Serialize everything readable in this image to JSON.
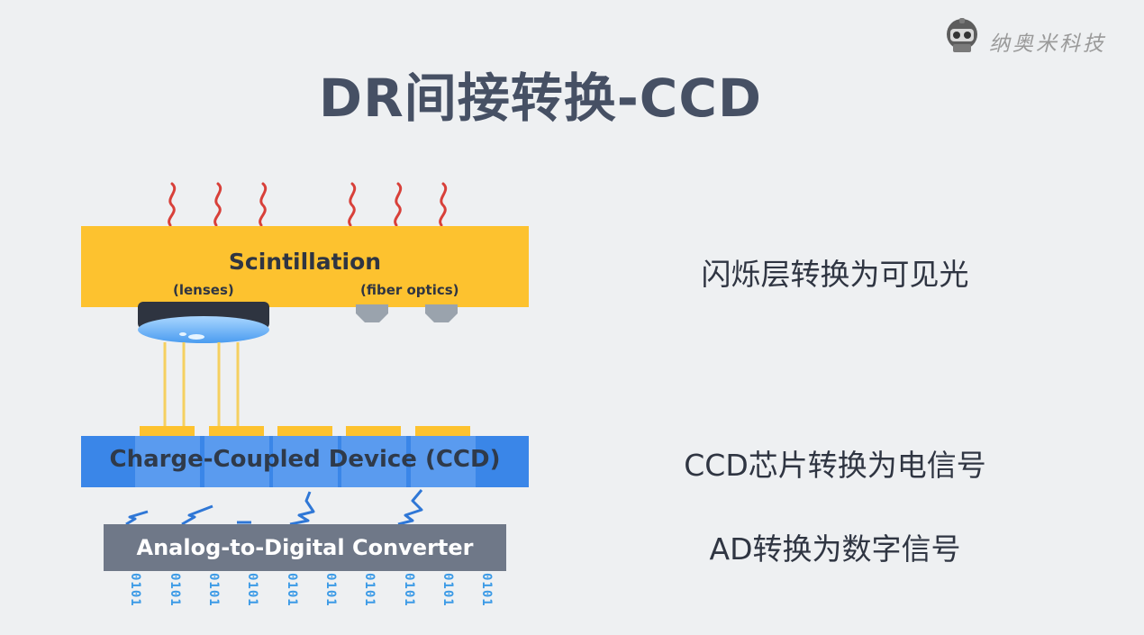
{
  "title": "DR间接转换-CCD",
  "logo": {
    "text": "纳奥米科技",
    "icon": "robot-mascot-icon"
  },
  "diagram": {
    "scintillation_label": "Scintillation",
    "lenses_label": "(lenses)",
    "fiber_label": "(fiber optics)",
    "ccd_label": "Charge-Coupled Device (CCD)",
    "adc_label": "Analog-to-Digital Converter",
    "bits": [
      "0101",
      "0101",
      "0101",
      "0101",
      "0101",
      "0101",
      "0101",
      "0101",
      "0101"
    ],
    "colors": {
      "scintillator": "#fdc22f",
      "ccd": "#3a86e8",
      "adc": "#6f7888",
      "xray": "#d8403a",
      "light": "#f5d060",
      "fiber": "#2f77d6",
      "bits": "#3b9ae6"
    }
  },
  "descriptions": {
    "scintillation": "闪烁层转换为可见光",
    "ccd": "CCD芯片转换为电信号",
    "ad": "AD转换为数字信号"
  }
}
